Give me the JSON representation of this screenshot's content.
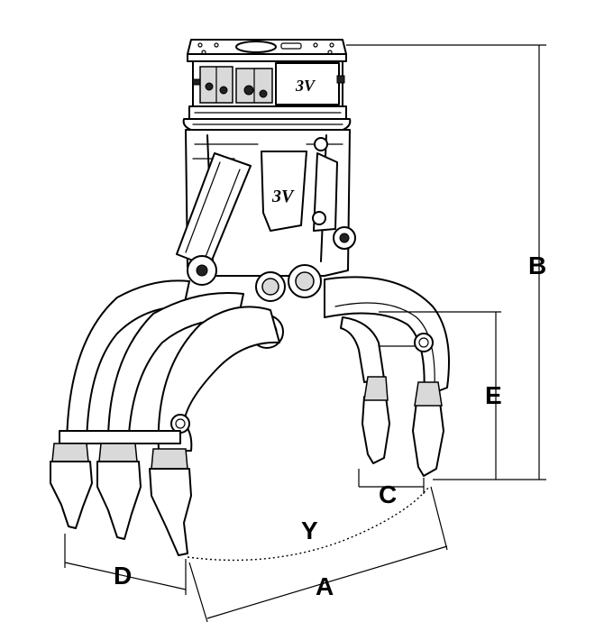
{
  "diagram": {
    "brand_logo": "3V",
    "dimensions": [
      {
        "id": "A",
        "label": "A"
      },
      {
        "id": "B",
        "label": "B"
      },
      {
        "id": "C",
        "label": "C"
      },
      {
        "id": "D",
        "label": "D"
      },
      {
        "id": "E",
        "label": "E"
      },
      {
        "id": "Y",
        "label": "Y"
      }
    ]
  }
}
